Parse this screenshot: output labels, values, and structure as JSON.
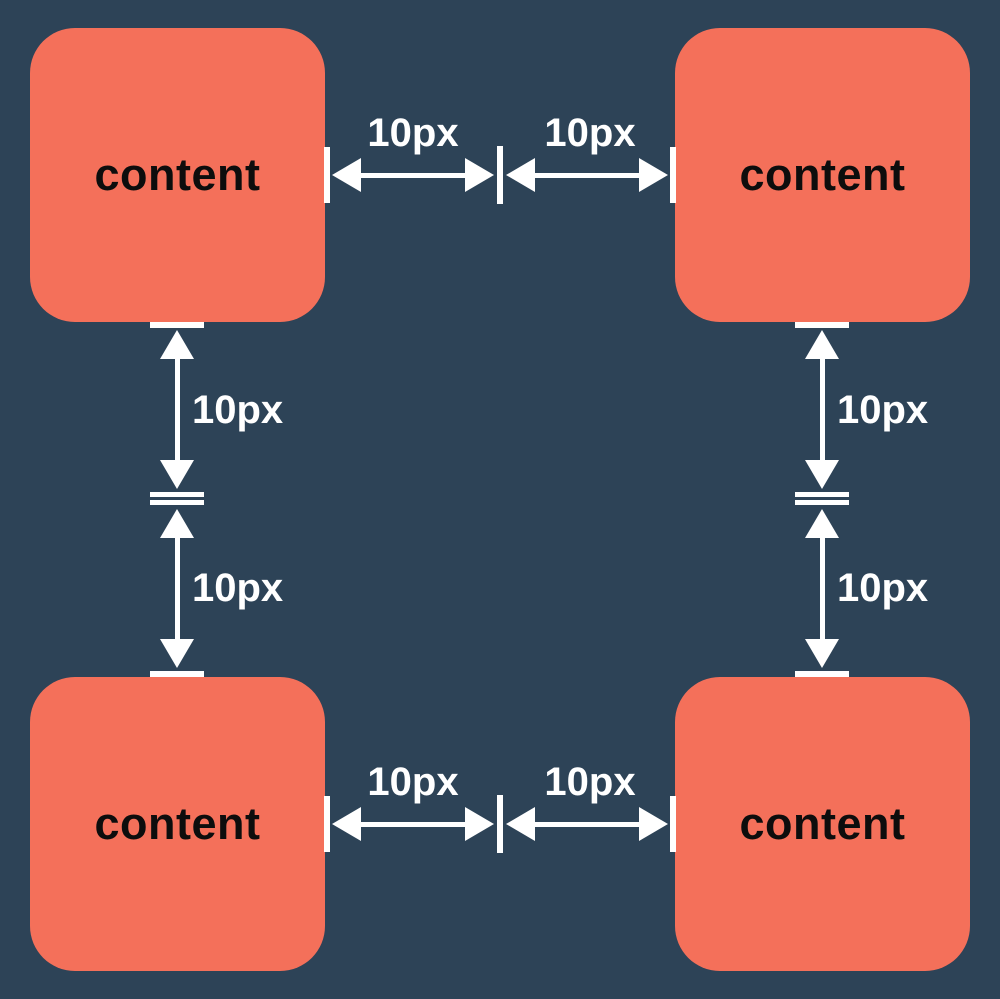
{
  "boxes": {
    "labels": [
      "content",
      "content",
      "content",
      "content"
    ]
  },
  "measurements": {
    "top_gap": {
      "labels": [
        "10px",
        "10px"
      ]
    },
    "bottom_gap": {
      "labels": [
        "10px",
        "10px"
      ]
    },
    "left_gap": {
      "labels": [
        "10px",
        "10px"
      ]
    },
    "right_gap": {
      "labels": [
        "10px",
        "10px"
      ]
    }
  },
  "colors": {
    "background": "#2d4357",
    "box": "#f4705a",
    "arrow": "#ffffff",
    "box_text": "#0d0d0d"
  }
}
